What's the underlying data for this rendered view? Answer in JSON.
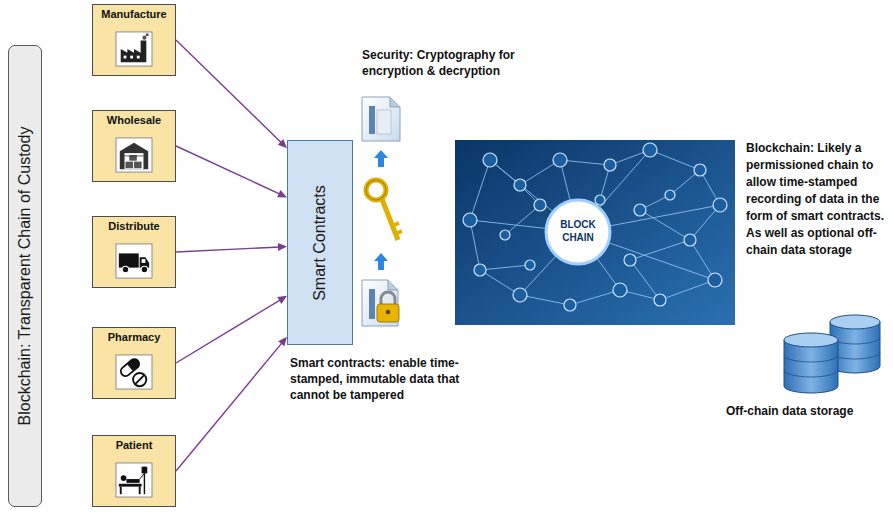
{
  "diagram": {
    "nodes": [
      {
        "text": [
          "Blockchain: Transparent Chain of Custody"
        ]
      },
      {
        "text": [
          "Manufacture"
        ]
      },
      {
        "text": [
          "Wholesale"
        ]
      },
      {
        "text": [
          "Distribute"
        ]
      },
      {
        "text": [
          "Pharmacy"
        ]
      },
      {
        "text": [
          "Patient"
        ]
      },
      {
        "text": [
          "Smart Contracts"
        ]
      }
    ],
    "edges": [
      {
        "from": 1,
        "to": 6,
        "arrow": "to"
      },
      {
        "from": 2,
        "to": 6,
        "arrow": "to"
      },
      {
        "from": 3,
        "to": 6,
        "arrow": "to"
      },
      {
        "from": 4,
        "to": 6,
        "arrow": "to"
      },
      {
        "from": 5,
        "to": 6,
        "arrow": "to"
      }
    ],
    "labels": [
      "Security: Cryptography for encryption & decryption",
      "Smart contracts: enable time-stamped, immutable data that cannot be tampered",
      "BLOCK CHAIN",
      "Blockchain: Likely a permissioned chain to allow time-stamped recording of data in the form of smart contracts. As well as optional off-chain data storage",
      "Off-chain data storage"
    ]
  }
}
